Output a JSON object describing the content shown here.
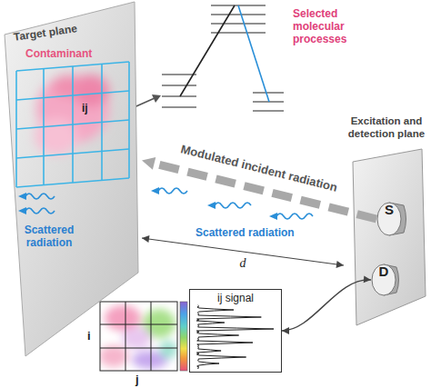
{
  "diagram": {
    "nodes": [
      {
        "text": [
          "Target plane"
        ]
      },
      {
        "text": [
          "Excitation and detection plane"
        ]
      },
      {
        "text": [
          "S"
        ],
        "in": 1
      },
      {
        "text": [
          "D"
        ],
        "in": 1
      },
      {
        "text": [
          "ij signal"
        ]
      }
    ],
    "edges": [
      {
        "from": 2,
        "to": 0,
        "arrow": "to",
        "label": "Modulated incident radiation"
      },
      {
        "from": 0,
        "to": 1,
        "arrow": "both",
        "label": "d"
      },
      {
        "from": 3,
        "to": 4,
        "arrow": "both"
      }
    ],
    "labels": [
      "Contaminant",
      "ij",
      "Selected molecular processes",
      "Scattered radiation",
      "Scattered radiation",
      "i",
      "j"
    ]
  }
}
